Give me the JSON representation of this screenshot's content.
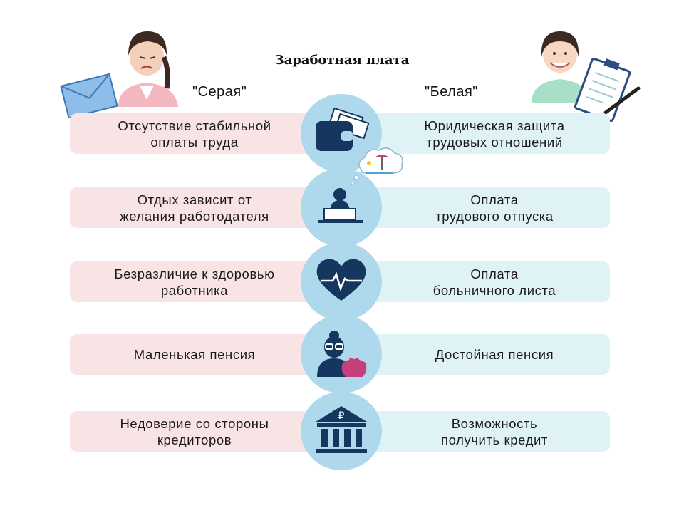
{
  "title": "Заработная плата",
  "columns": {
    "left": "\"Серая\"",
    "right": "\"Белая\""
  },
  "rows": [
    {
      "left": "Отсутствие стабильной\nоплаты труда",
      "right": "Юридическая защита\nтрудовых отношений",
      "icon": "wallet-money-icon"
    },
    {
      "left": "Отдых зависит от\nжелания работодателя",
      "right": "Оплата\nтрудового отпуска",
      "icon": "worker-vacation-dream-icon"
    },
    {
      "left": "Безразличие к здоровью\nработника",
      "right": "Оплата\nбольничного листа",
      "icon": "heart-pulse-icon"
    },
    {
      "left": "Маленькая пенсия",
      "right": "Достойная пенсия",
      "icon": "pensioner-purse-icon"
    },
    {
      "left": "Недоверие со стороны\nкредиторов",
      "right": "Возможность\nполучить кредит",
      "icon": "bank-ruble-icon"
    }
  ],
  "colors": {
    "left_bar": "#f9e4e5",
    "right_bar": "#dff3f6",
    "circle": "#aed8ec",
    "icon": "#14365f"
  }
}
